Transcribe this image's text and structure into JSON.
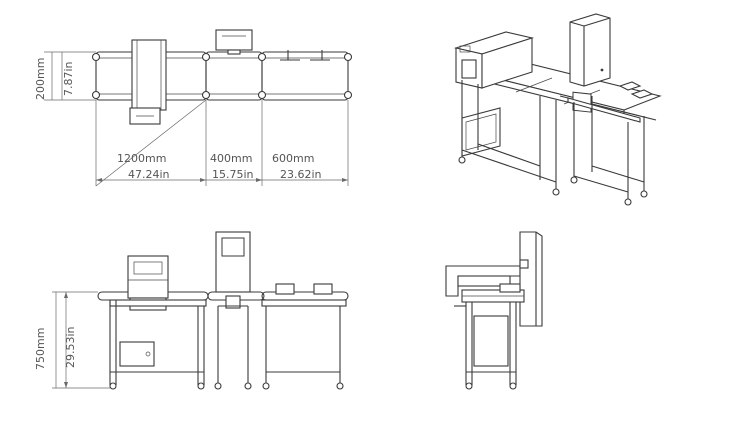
{
  "dimensions": {
    "top_height_mm": "200mm",
    "top_height_in": "7.87in",
    "feed_len_mm": "1200mm",
    "feed_len_in": "47.24in",
    "mid_len_mm": "400mm",
    "mid_len_in": "15.75in",
    "out_len_mm": "600mm",
    "out_len_in": "23.62in",
    "front_height_mm": "750mm",
    "front_height_in": "29.53in"
  }
}
